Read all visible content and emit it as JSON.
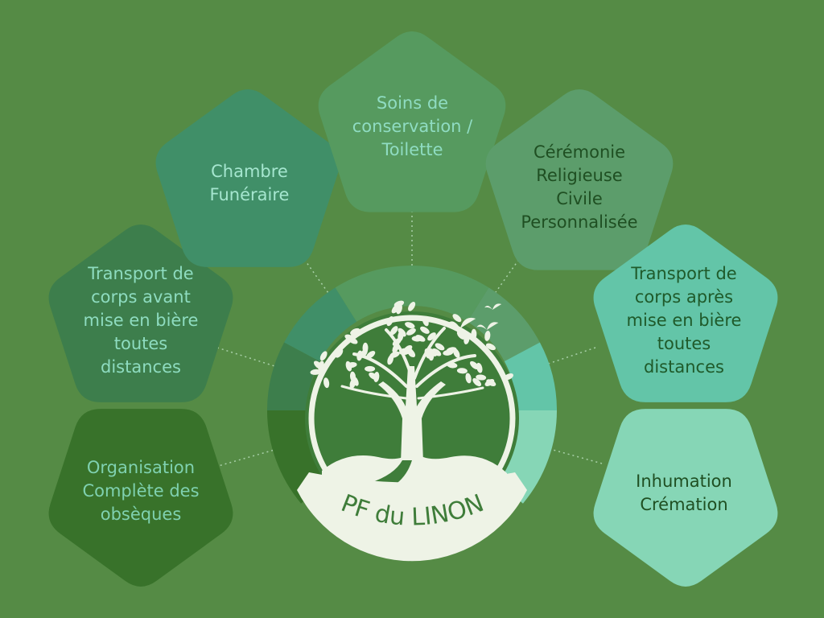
{
  "brand": {
    "name": "PF du LINON"
  },
  "services": [
    {
      "id": "organisation",
      "text": "Organisation\nComplète des\nobsèques",
      "fill": "#38722a",
      "text_color": "#7fd1b0"
    },
    {
      "id": "transport-avant",
      "text": "Transport de\ncorps avant\nmise en bière\ntoutes\ndistances",
      "fill": "#3d7e4c",
      "text_color": "#8edcc0"
    },
    {
      "id": "chambre",
      "text": "Chambre\nFunéraire",
      "fill": "#408f68",
      "text_color": "#a5e6cf"
    },
    {
      "id": "soins",
      "text": "Soins de\nconservation /\nToilette",
      "fill": "#569a5f",
      "text_color": "#8fdcc2"
    },
    {
      "id": "ceremonie",
      "text": "Cérémonie\nReligieuse\nCivile\nPersonnalisée",
      "fill": "#5c9d6b",
      "text_color": "#1f4f22"
    },
    {
      "id": "transport-apres",
      "text": "Transport de\ncorps après\nmise en bière\ntoutes\ndistances",
      "fill": "#63c5a8",
      "text_color": "#1f5a2a"
    },
    {
      "id": "inhumation",
      "text": "Inhumation\nCrémation",
      "fill": "#86d6b6",
      "text_color": "#1f4f22"
    }
  ],
  "colors": {
    "background": "#558b45",
    "ring_inner": "#4b8a3f",
    "emblem_light": "#eef3e6",
    "emblem_dark": "#3f7d3a",
    "connector": "#a8d0a8"
  },
  "icons": [
    "tree-icon",
    "bird-icon"
  ]
}
